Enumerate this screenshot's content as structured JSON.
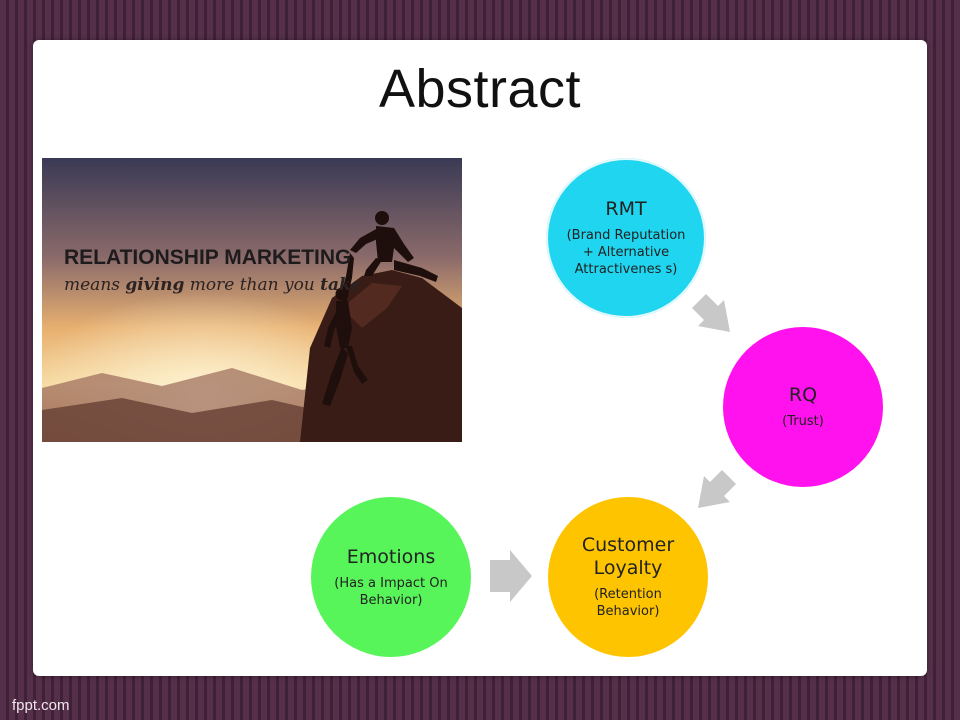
{
  "slide": {
    "title": "Abstract",
    "footer": "fppt.com"
  },
  "image": {
    "line1": "RELATIONSHIP MARKETING",
    "line2_prefix": "means ",
    "line2_bold": "giving",
    "line2_suffix": " more than you ",
    "line2_end": "take"
  },
  "cycle": {
    "nodes": [
      {
        "heading": "RMT",
        "detail": "(Brand Reputation + Alternative Attractivenes s)",
        "color": "#1fd5ef"
      },
      {
        "heading": "RQ",
        "detail": "(Trust)",
        "color": "#ff12ee"
      },
      {
        "heading": "Customer Loyalty",
        "detail": "(Retention Behavior)",
        "color": "#ffc400"
      },
      {
        "heading": "Emotions",
        "detail": "(Has a Impact On Behavior)",
        "color": "#58f55a"
      }
    ],
    "arrow_color": "#c8c8c8"
  }
}
